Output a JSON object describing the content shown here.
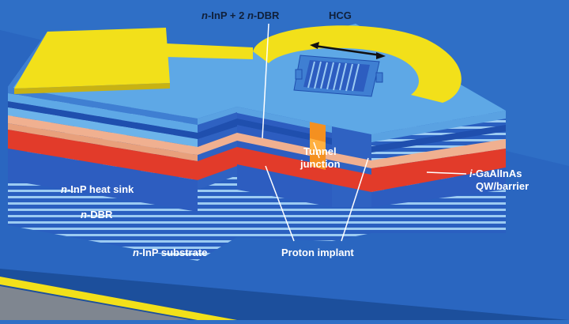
{
  "labels": {
    "top_layers": {
      "prefix": "n",
      "text": "-InP + 2 ",
      "prefix2": "n",
      "suffix": "-DBR"
    },
    "hcg": "HCG",
    "tunnel_line1": "Tunnel",
    "tunnel_line2": "junction",
    "active_prefix": "i",
    "active_line1": "-GaAlInAs",
    "active_line2": "QW/barrier",
    "heat_sink_prefix": "n",
    "heat_sink": "-InP heat sink",
    "dbr_prefix": "n",
    "dbr": "-DBR",
    "substrate_prefix": "n",
    "substrate": "-InP substrate",
    "proton": "Proton implant"
  },
  "colors": {
    "background": "#2f6fc6",
    "top_face": "#5ea8e6",
    "gold": "#f2e01a",
    "red_layer": "#e23b2a",
    "peach_layer": "#f0b090",
    "orange_aperture": "#f49020",
    "deep_blue": "#1f55b4",
    "dbr_light": "#8bc2ee"
  }
}
